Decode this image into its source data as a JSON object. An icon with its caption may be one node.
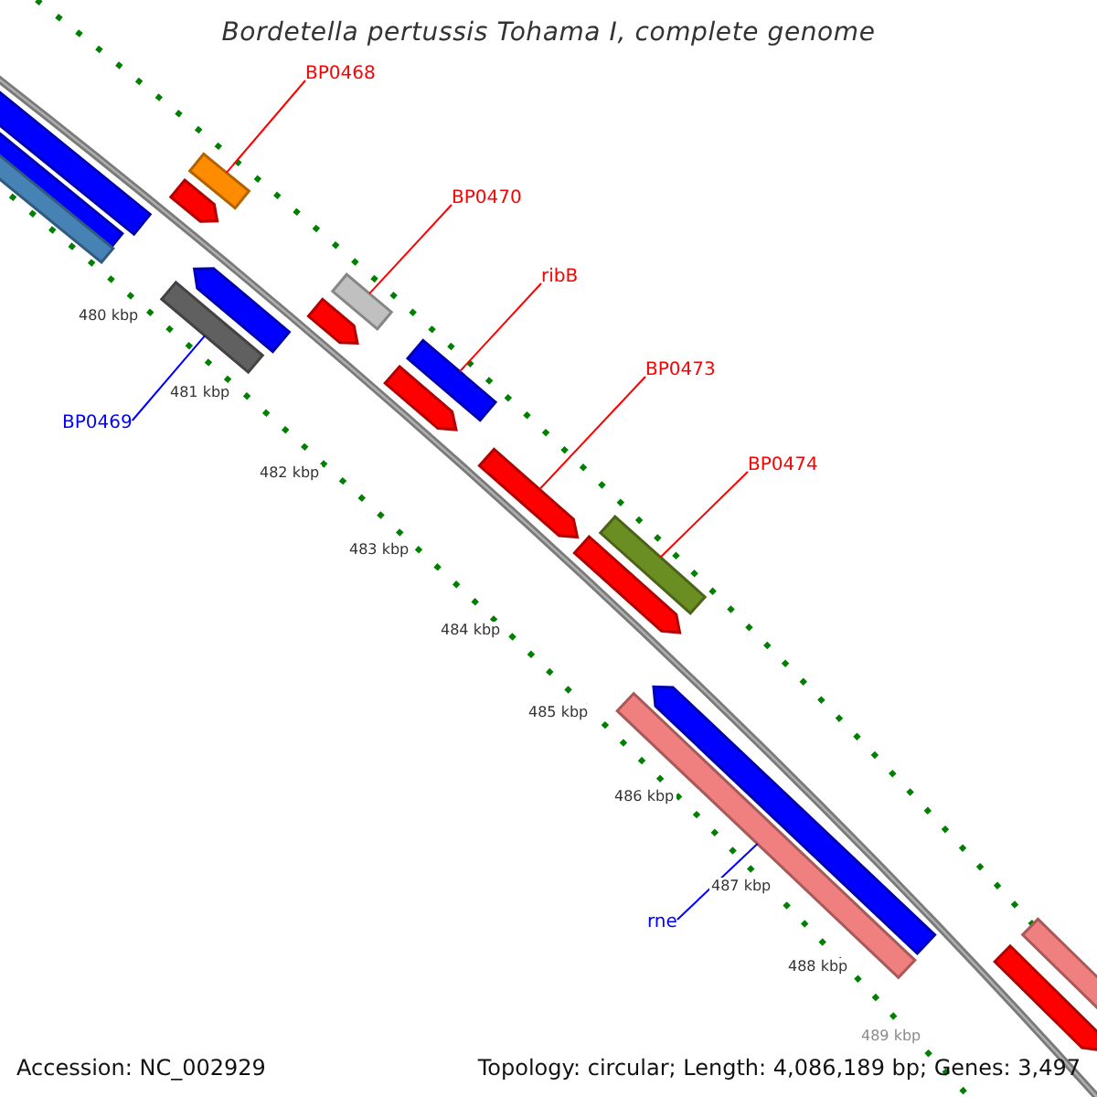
{
  "diagram": {
    "title": "Bordetella pertussis Tohama I, complete genome",
    "nodes": [
      {
        "text": [
          "BP0468"
        ]
      },
      {
        "text": [],
        "shape": "bar"
      },
      {
        "text": [
          "BP0470"
        ]
      },
      {
        "text": [],
        "shape": "bar"
      },
      {
        "text": [
          "ribB"
        ]
      },
      {
        "text": [],
        "shape": "bar"
      },
      {
        "text": [
          "BP0473"
        ]
      },
      {
        "text": [],
        "shape": "bar"
      },
      {
        "text": [
          "BP0469"
        ]
      },
      {
        "text": [],
        "shape": "bar"
      },
      {
        "text": [
          "BP0474"
        ]
      },
      {
        "text": [],
        "shape": "bar"
      },
      {
        "text": [
          "rne"
        ]
      },
      {
        "text": [],
        "shape": "bar"
      }
    ],
    "edges": [
      {
        "from": 0,
        "to": 1,
        "arrow": "none"
      },
      {
        "from": 2,
        "to": 3,
        "arrow": "none"
      },
      {
        "from": 4,
        "to": 5,
        "arrow": "none"
      },
      {
        "from": 6,
        "to": 7,
        "arrow": "none"
      },
      {
        "from": 8,
        "to": 9,
        "arrow": "none",
        "color": "#0000ff"
      },
      {
        "from": 10,
        "to": 11,
        "arrow": "none"
      },
      {
        "from": 12,
        "to": 13,
        "arrow": "none",
        "color": "#0000ff"
      }
    ],
    "labels": [
      "480 kbp",
      "481 kbp",
      "482 kbp",
      "483 kbp",
      "484 kbp",
      "485 kbp",
      "486 kbp",
      "487 kbp",
      "488 kbp",
      "489 kbp",
      "Accession: NC_002929",
      "Topology: circular; Length: 4,086,189 bp; Genes: 3,497"
    ]
  }
}
